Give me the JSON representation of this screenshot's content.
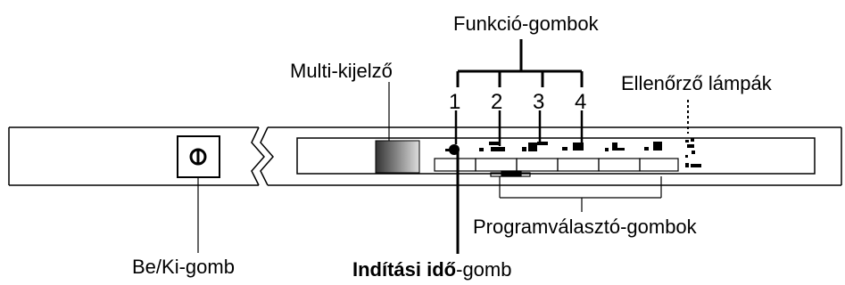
{
  "labels": {
    "function_buttons": "Funkció-gombok",
    "multi_display": "Multi-kijelző",
    "indicator_lamps": "Ellenőrző lámpák",
    "program_select_buttons": "Programválasztó-gombok",
    "power_button": "Be/Ki-gomb",
    "start_time_button_bold": "Indítási idő",
    "start_time_button_rest": "-gomb"
  },
  "function_numbers": [
    "1",
    "2",
    "3",
    "4"
  ],
  "colors": {
    "line": "#000000",
    "display_dark": "#333333",
    "display_light": "#dddddd"
  }
}
